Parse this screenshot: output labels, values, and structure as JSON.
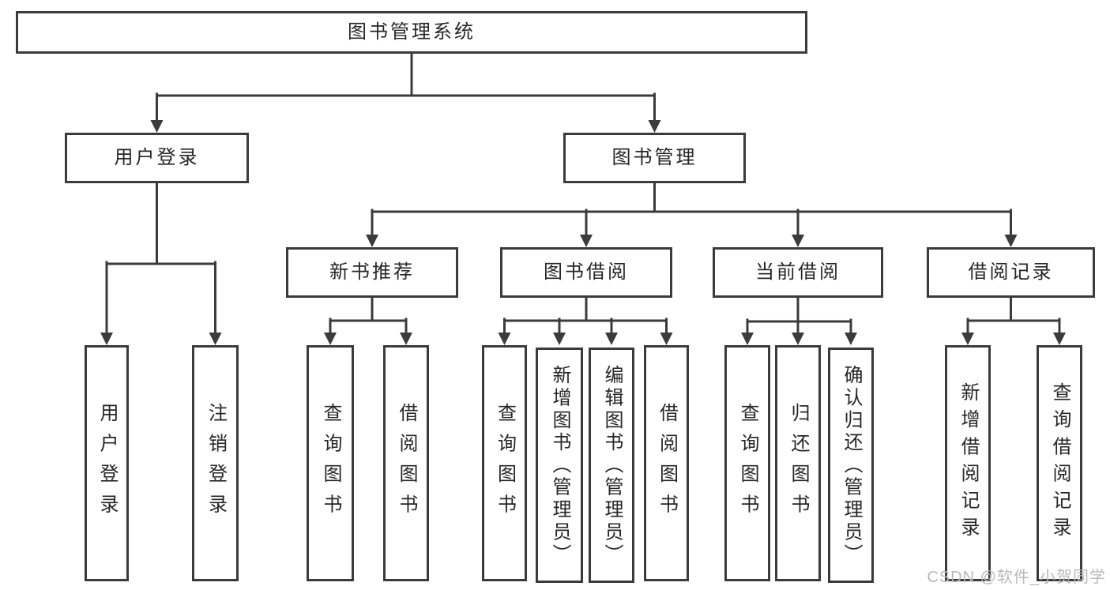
{
  "diagram": {
    "root": {
      "label": "图书管理系统"
    },
    "level2": [
      {
        "label": "用户登录"
      },
      {
        "label": "图书管理"
      }
    ],
    "level3": [
      {
        "label": "新书推荐"
      },
      {
        "label": "图书借阅"
      },
      {
        "label": "当前借阅"
      },
      {
        "label": "借阅记录"
      }
    ],
    "leaves": {
      "user_login": [
        {
          "label": "用户登录"
        },
        {
          "label": "注销登录"
        }
      ],
      "new_book_recommend": [
        {
          "label": "查询图书"
        },
        {
          "label": "借阅图书"
        }
      ],
      "book_borrow": [
        {
          "label": "查询图书"
        },
        {
          "label": "新增图书（管理员）"
        },
        {
          "label": "编辑图书（管理员）"
        },
        {
          "label": "借阅图书"
        }
      ],
      "current_borrow": [
        {
          "label": "查询图书"
        },
        {
          "label": "归还图书"
        },
        {
          "label": "确认归还（管理员）"
        }
      ],
      "borrow_records": [
        {
          "label": "新增借阅记录"
        },
        {
          "label": "查询借阅记录"
        }
      ]
    }
  },
  "watermark": {
    "text": "CSDN @软件_小贺同学"
  },
  "colors": {
    "line": "#3b3b3b",
    "border": "#3b3b3b",
    "text": "#262626",
    "watermark": "#b9b9b9",
    "background": "#ffffff"
  }
}
